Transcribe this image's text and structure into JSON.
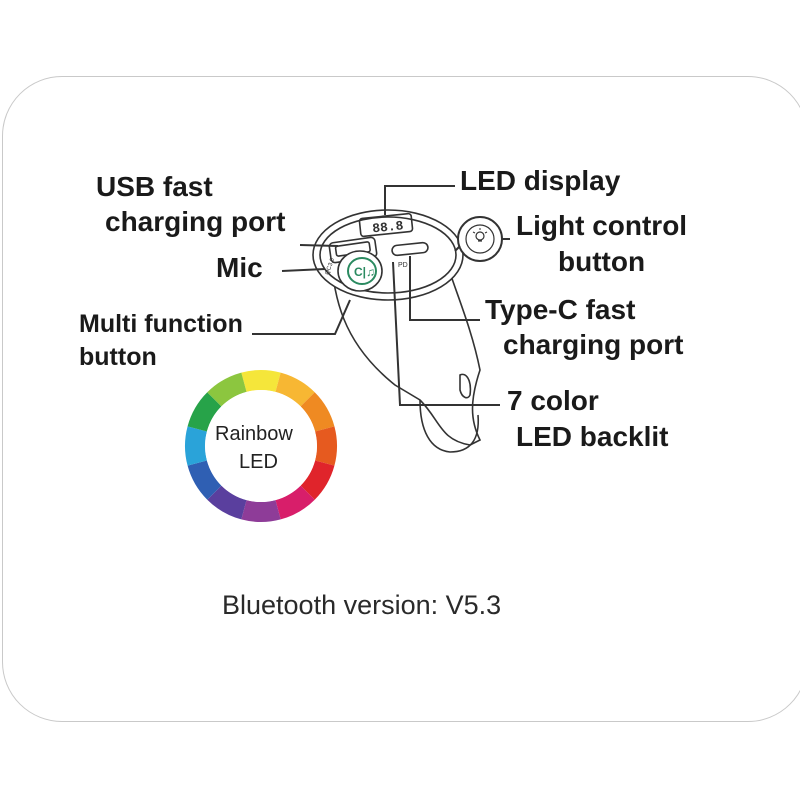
{
  "labels": {
    "usb_line1": "USB fast",
    "usb_line2": "charging port",
    "mic": "Mic",
    "multi_line1": "Multi function",
    "multi_line2": "button",
    "led_display": "LED display",
    "light_line1": "Light control",
    "light_line2": "button",
    "typec_line1": "Type-C fast",
    "typec_line2": "charging port",
    "backlit_line1": "7 color",
    "backlit_line2": "LED backlit"
  },
  "device_text": {
    "display_digits": "88.8",
    "pd_label": "PD",
    "qc_label": "QC3.0"
  },
  "rainbow": {
    "line1": "Rainbow",
    "line2": "LED",
    "colors": [
      "#f5e63a",
      "#f7b733",
      "#ef8a22",
      "#e65a1f",
      "#e0242b",
      "#d81e6a",
      "#8e3c98",
      "#5a3f9e",
      "#2f5fb3",
      "#2aa3d9",
      "#27a349",
      "#8cc63f"
    ]
  },
  "footer": {
    "bluetooth_version": "Bluetooth version: V5.3"
  }
}
